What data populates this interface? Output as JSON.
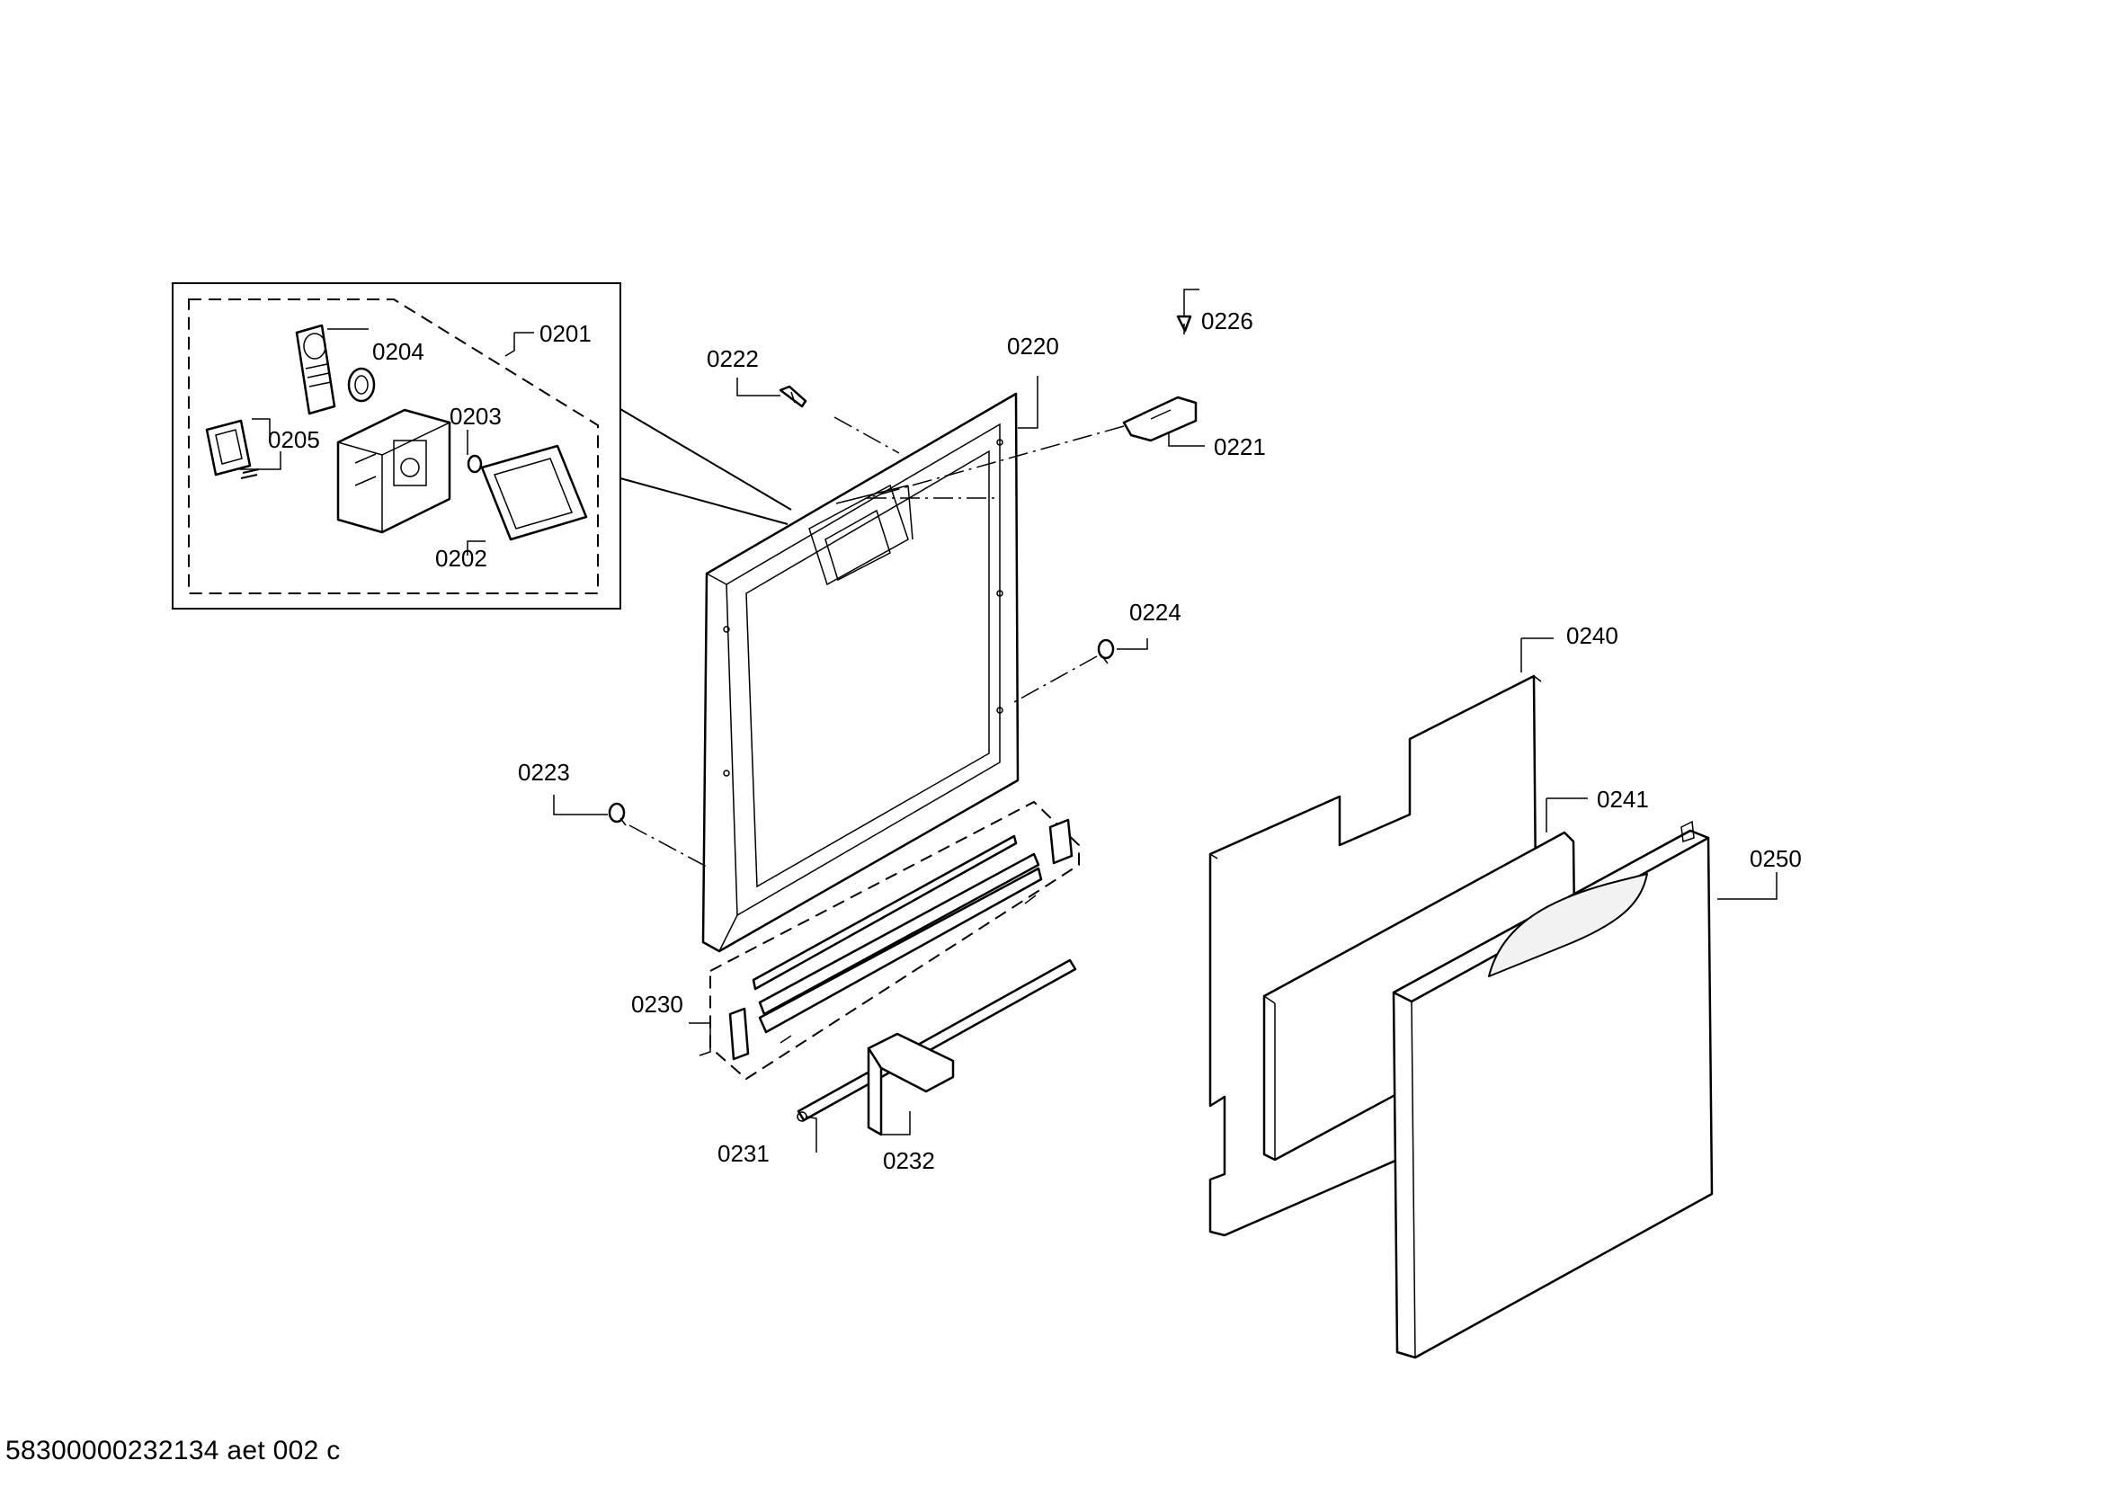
{
  "diagram": {
    "labels": {
      "p0201": "0201",
      "p0202": "0202",
      "p0203": "0203",
      "p0204": "0204",
      "p0205": "0205",
      "p0220": "0220",
      "p0221": "0221",
      "p0222": "0222",
      "p0223": "0223",
      "p0224": "0224",
      "p0226": "0226",
      "p0230": "0230",
      "p0231": "0231",
      "p0232": "0232",
      "p0240": "0240",
      "p0241": "0241",
      "p0250": "0250"
    },
    "footer_code": "58300000232134 aet 002 c"
  }
}
